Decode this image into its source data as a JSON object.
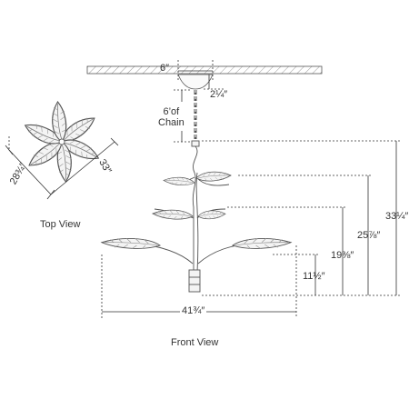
{
  "ceiling": {
    "stamp": ""
  },
  "dimensions": {
    "canopy_width": "6″",
    "canopy_depth": "2¼″",
    "chain_line1": "6’of",
    "chain_line2": "Chain",
    "top_view_a": "28¾″",
    "top_view_b": "33″",
    "overall_height": "33¼″",
    "height_to_upper_tier": "25⅞″",
    "height_to_mid_tier": "19⅜″",
    "height_to_lower_tier": "11½″",
    "overall_width": "41¾″"
  },
  "captions": {
    "top_view": "Top View",
    "front_view": "Front View"
  },
  "colors": {
    "line": "#333333",
    "hatch": "#888888"
  }
}
